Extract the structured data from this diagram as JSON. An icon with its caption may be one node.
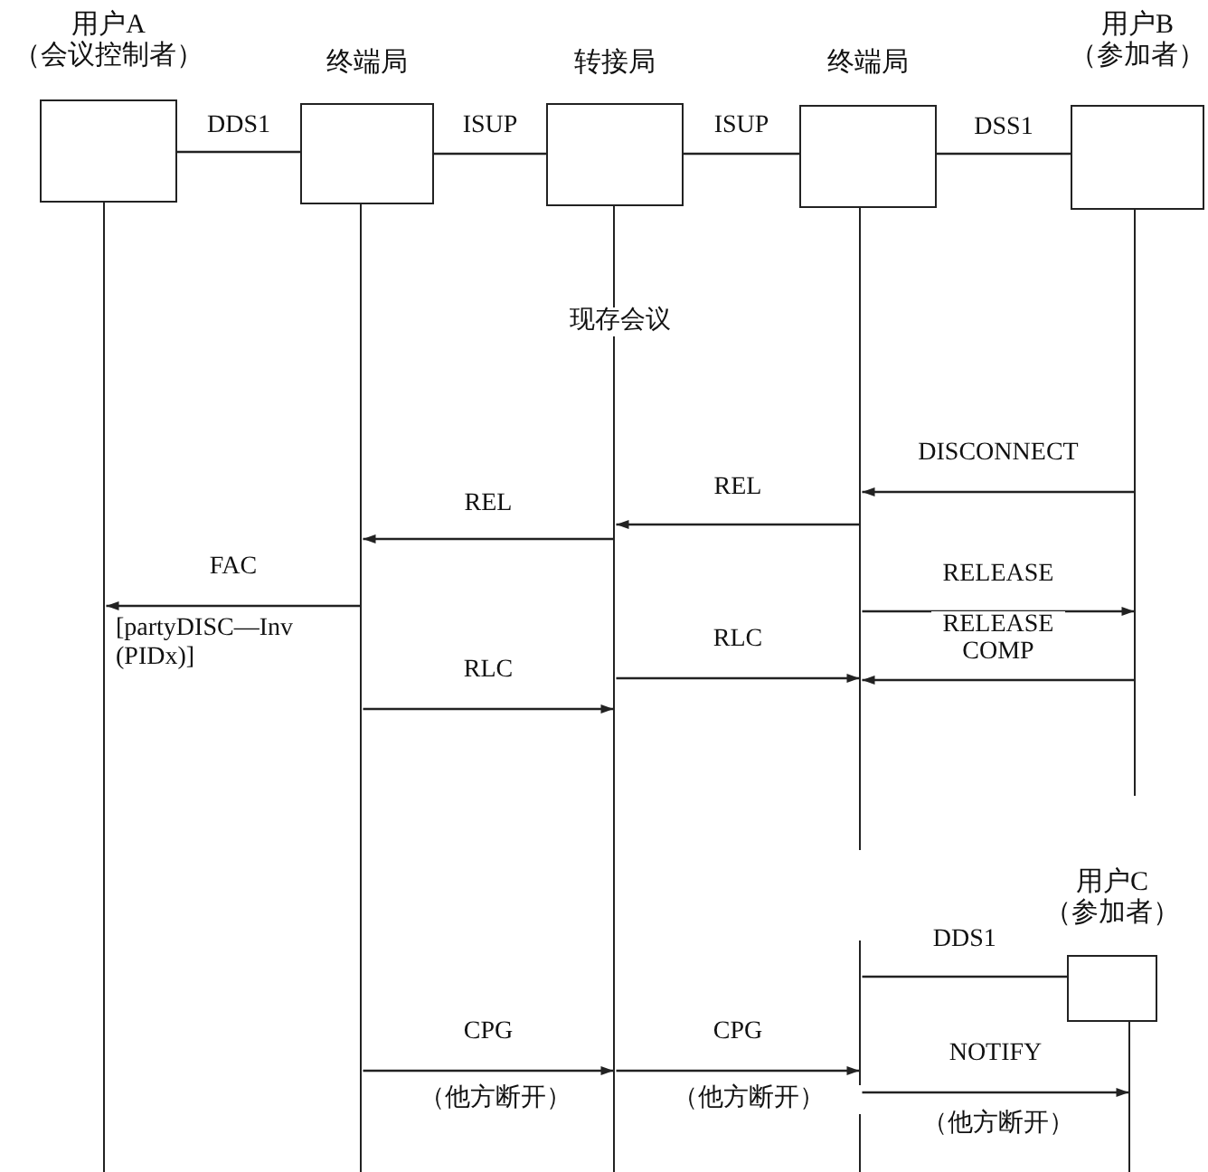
{
  "diagram": {
    "nodes": [
      {
        "text": [
          "用户A",
          "（会议控制者）"
        ]
      },
      {
        "text": [
          "终端局"
        ]
      },
      {
        "text": [
          "转接局"
        ]
      },
      {
        "text": [
          "终端局"
        ]
      },
      {
        "text": [
          "用户B",
          "（参加者）"
        ]
      },
      {
        "text": [],
        "shape": "bar"
      },
      {
        "text": [],
        "shape": "bar"
      },
      {
        "text": [],
        "shape": "bar"
      },
      {
        "text": [],
        "shape": "bar"
      },
      {
        "text": [],
        "shape": "bar"
      },
      {
        "text": [
          "用户C",
          "（参加者）"
        ]
      },
      {
        "text": [],
        "shape": "bar"
      },
      {
        "text": [],
        "shape": "bar"
      }
    ],
    "edges": [
      {
        "from": 0,
        "to": 1,
        "arrow": "none",
        "label": "DDS1"
      },
      {
        "from": 1,
        "to": 2,
        "arrow": "none",
        "label": "ISUP"
      },
      {
        "from": 2,
        "to": 3,
        "arrow": "none",
        "label": "ISUP"
      },
      {
        "from": 3,
        "to": 4,
        "arrow": "none",
        "label": "DSS1"
      },
      {
        "from": 9,
        "to": 8,
        "arrow": "to",
        "label": "DISCONNECT"
      },
      {
        "from": 8,
        "to": 7,
        "arrow": "to",
        "label": "REL"
      },
      {
        "from": 7,
        "to": 6,
        "arrow": "to",
        "label": "REL"
      },
      {
        "from": 6,
        "to": 5,
        "arrow": "to",
        "label": "FAC"
      },
      {
        "from": 8,
        "to": 9,
        "arrow": "to",
        "label": "RELEASE"
      },
      {
        "from": 7,
        "to": 8,
        "arrow": "to",
        "label": "RLC"
      },
      {
        "from": 9,
        "to": 8,
        "arrow": "to",
        "label": "RELEASE COMP"
      },
      {
        "from": 6,
        "to": 7,
        "arrow": "to",
        "label": "RLC"
      },
      {
        "from": 11,
        "to": 10,
        "arrow": "none",
        "label": "DDS1"
      },
      {
        "from": 6,
        "to": 7,
        "arrow": "to",
        "label": "CPG"
      },
      {
        "from": 7,
        "to": 11,
        "arrow": "to",
        "label": "CPG"
      },
      {
        "from": 11,
        "to": 12,
        "arrow": "to",
        "label": "NOTIFY"
      }
    ],
    "labels": [
      "现存会议",
      "[partyDISC—Inv (PIDx)]",
      "（他方断开）",
      "（他方断开）",
      "（他方断开）"
    ]
  }
}
